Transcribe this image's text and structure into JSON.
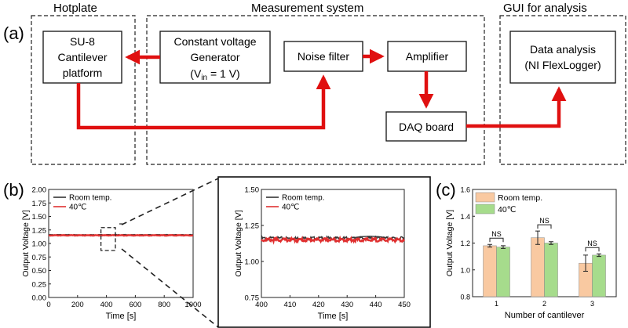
{
  "panel_a": {
    "label": "(a)",
    "groups": {
      "hotplate": "Hotplate",
      "measurement": "Measurement system",
      "gui": "GUI for analysis"
    },
    "boxes": {
      "cantilever": [
        "SU-8",
        "Cantilever",
        "platform"
      ],
      "generator": [
        "Constant voltage",
        "Generator"
      ],
      "generator_vin_prefix": "(V",
      "generator_vin_sub": "in",
      "generator_vin_suffix": " = 1 V)",
      "noise_filter": "Noise filter",
      "amplifier": "Amplifier",
      "daq": "DAQ board",
      "analysis": [
        "Data analysis",
        "(NI FlexLogger)"
      ]
    },
    "arrow_color": "#e01010"
  },
  "panel_b_label": "(b)",
  "panel_c_label": "(c)",
  "chart_data": [
    {
      "id": "b-full",
      "type": "line",
      "xlabel": "Time [s]",
      "ylabel": "Output Voltage [V]",
      "xlim": [
        0,
        1000
      ],
      "ylim": [
        0,
        2.0
      ],
      "xticks": [
        0,
        200,
        400,
        600,
        800,
        1000
      ],
      "yticks": [
        0.0,
        0.25,
        0.5,
        0.75,
        1.0,
        1.25,
        1.5,
        1.75,
        2.0
      ],
      "ytick_labels": [
        "0.00",
        "0.25",
        "0.50",
        "0.75",
        "1.00",
        "1.25",
        "1.50",
        "1.75",
        "2.00"
      ],
      "legend": [
        "Room temp.",
        "40℃"
      ],
      "legend_position": "top-left",
      "series": [
        {
          "name": "Room temp.",
          "color": "#333333",
          "x": [
            0,
            1000
          ],
          "y": [
            1.16,
            1.16
          ]
        },
        {
          "name": "40℃",
          "color": "#e03030",
          "x": [
            0,
            1000
          ],
          "y": [
            1.15,
            1.15
          ]
        }
      ],
      "zoom_region_x": [
        400,
        500
      ]
    },
    {
      "id": "b-zoom",
      "type": "line",
      "xlabel": "Time [s]",
      "ylabel": "Output Voltage [V]",
      "xlim": [
        400,
        450
      ],
      "ylim": [
        0.75,
        1.5
      ],
      "xticks": [
        400,
        410,
        420,
        430,
        440,
        450
      ],
      "yticks": [
        0.75,
        1.0,
        1.25,
        1.5
      ],
      "ytick_labels": [
        "0.75",
        "1.00",
        "1.25",
        "1.50"
      ],
      "legend": [
        "Room temp.",
        "40℃"
      ],
      "legend_position": "top-left",
      "series": [
        {
          "name": "Room temp.",
          "color": "#333333",
          "x": [
            400,
            450
          ],
          "y": [
            1.16,
            1.16
          ]
        },
        {
          "name": "40℃",
          "color": "#e03030",
          "x": [
            400,
            450
          ],
          "y": [
            1.15,
            1.15
          ]
        }
      ]
    },
    {
      "id": "c-bars",
      "type": "bar",
      "xlabel": "Number of cantilever",
      "ylabel": "Output Voltage [V]",
      "categories": [
        "1",
        "2",
        "3"
      ],
      "ylim": [
        0.8,
        1.6
      ],
      "yticks": [
        0.8,
        1.0,
        1.2,
        1.4,
        1.6
      ],
      "ytick_labels": [
        "0.8",
        "1.0",
        "1.2",
        "1.4",
        "1.6"
      ],
      "legend": [
        "Room temp.",
        "40℃"
      ],
      "legend_position": "top-left",
      "series": [
        {
          "name": "Room temp.",
          "color": "#f9c9a1",
          "values": [
            1.18,
            1.24,
            1.05
          ],
          "errors": [
            0.01,
            0.05,
            0.06
          ]
        },
        {
          "name": "40℃",
          "color": "#a6dc8c",
          "values": [
            1.17,
            1.2,
            1.11
          ],
          "errors": [
            0.01,
            0.01,
            0.01
          ]
        }
      ],
      "annotations": [
        "NS",
        "NS",
        "NS"
      ]
    }
  ]
}
